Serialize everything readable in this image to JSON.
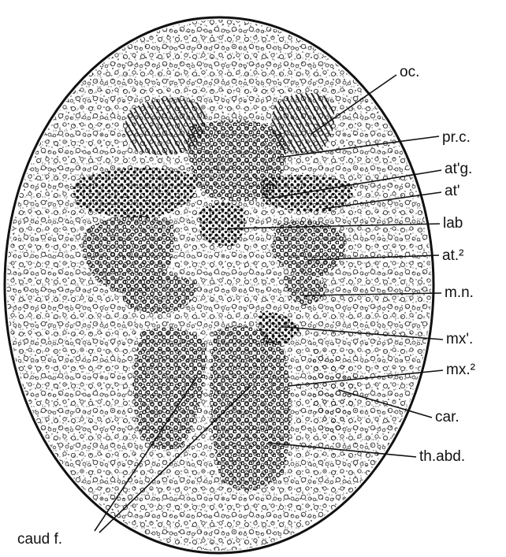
{
  "labels": {
    "oc": "oc.",
    "prc": "pr.c.",
    "at1g": "at'g.",
    "at1": "at'",
    "lab": "lab",
    "at2": "at.²",
    "mn": "m.n.",
    "mx1": "mx'.",
    "mx2": "mx.²",
    "car": "car.",
    "thabd": "th.abd.",
    "caudf": "caud f."
  },
  "colors": {
    "ink": "#111111",
    "paper": "#ffffff"
  }
}
